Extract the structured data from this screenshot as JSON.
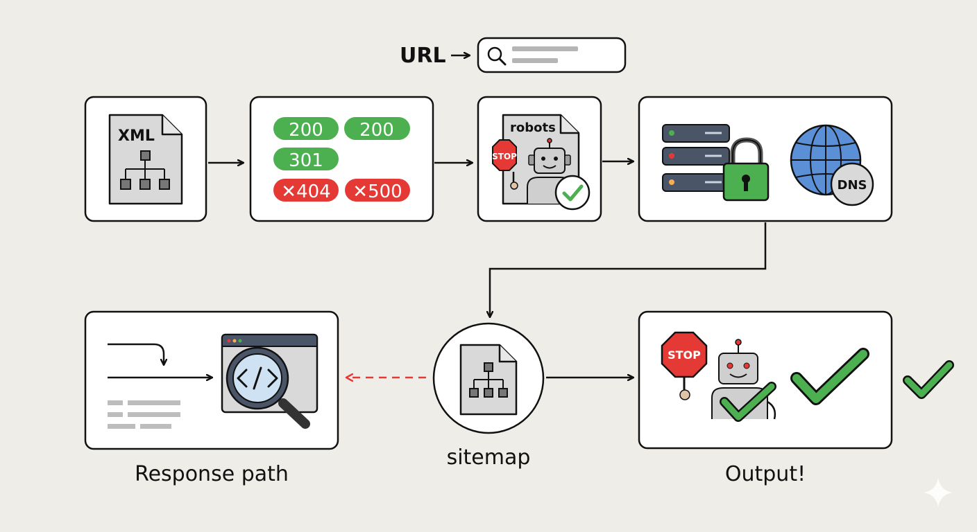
{
  "url_bar": {
    "label": "URL"
  },
  "xml_card": {
    "file_label": "XML"
  },
  "status_card": {
    "codes": [
      {
        "text": "200",
        "kind": "ok"
      },
      {
        "text": "200",
        "kind": "ok"
      },
      {
        "text": "301",
        "kind": "ok"
      },
      {
        "text": "✕404",
        "kind": "error"
      },
      {
        "text": "✕500",
        "kind": "error"
      }
    ]
  },
  "robots_card": {
    "file_label": "robots",
    "sign_label": "STOP"
  },
  "infra_card": {
    "badge_label": "DNS"
  },
  "sitemap_node": {
    "caption": "sitemap"
  },
  "response_card": {
    "caption": "Response path"
  },
  "output_card": {
    "caption": "Output!",
    "sign_label": "STOP"
  },
  "colors": {
    "background": "#efede7",
    "ok_green": "#4caf50",
    "error_red": "#e53935",
    "stroke": "#111111",
    "globe_blue": "#5b8fd6",
    "icon_gray": "#d9d9d9"
  }
}
